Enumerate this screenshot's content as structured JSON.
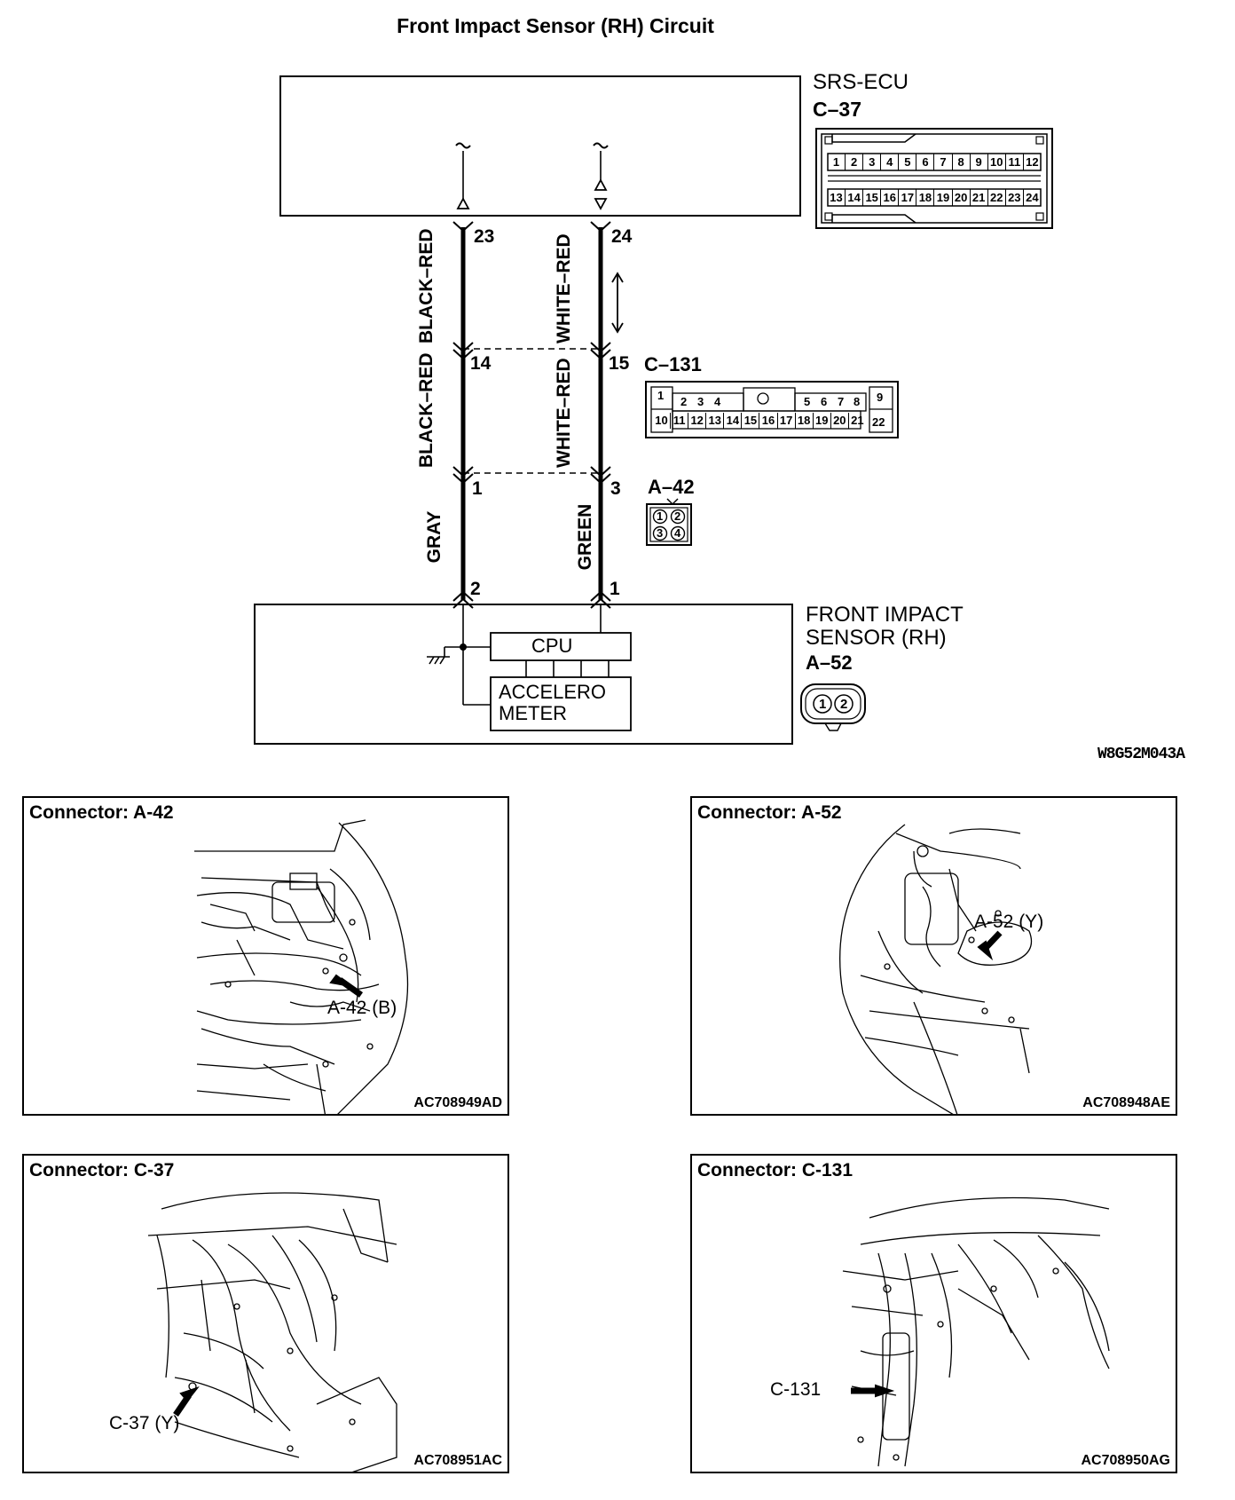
{
  "title": "Front Impact Sensor (RH) Circuit",
  "ecu": {
    "name": "SRS-ECU",
    "connector": "C–37",
    "pins_top": [
      "1",
      "2",
      "3",
      "4",
      "5",
      "6",
      "7",
      "8",
      "9",
      "10",
      "11",
      "12"
    ],
    "pins_bottom": [
      "13",
      "14",
      "15",
      "16",
      "17",
      "18",
      "19",
      "20",
      "21",
      "22",
      "23",
      "24"
    ]
  },
  "wires": {
    "left_upper": "BLACK–RED",
    "right_upper": "WHITE–RED",
    "left_middle": "BLACK–RED",
    "right_middle": "WHITE–RED",
    "left_lower": "GRAY",
    "right_lower": "GREEN"
  },
  "pins": {
    "ecu_left": "23",
    "ecu_right": "24",
    "c131_left": "14",
    "c131_right": "15",
    "a42_left": "1",
    "a42_right": "3",
    "sensor_left": "2",
    "sensor_right": "1"
  },
  "c131": {
    "name": "C–131",
    "top_pins": [
      "1",
      "2",
      "3",
      "4",
      "5",
      "6",
      "7",
      "8",
      "9"
    ],
    "bottom_pins": [
      "10",
      "11",
      "12",
      "13",
      "14",
      "15",
      "16",
      "17",
      "18",
      "19",
      "20",
      "21",
      "22"
    ]
  },
  "a42": {
    "name": "A–42",
    "pins": [
      "1",
      "2",
      "3",
      "4"
    ]
  },
  "sensor": {
    "name_line1": "FRONT IMPACT",
    "name_line2": "SENSOR (RH)",
    "connector": "A–52",
    "pins": [
      "1",
      "2"
    ],
    "cpu": "CPU",
    "accel_line1": "ACCELERO",
    "accel_line2": "METER"
  },
  "figure_code": "W8G52M043A",
  "panels": [
    {
      "title": "Connector: A-42",
      "callout": "A-42 (B)",
      "code": "AC708949AD"
    },
    {
      "title": "Connector: A-52",
      "callout": "A-52 (Y)",
      "code": "AC708948AE"
    },
    {
      "title": "Connector: C-37",
      "callout": "C-37 (Y)",
      "code": "AC708951AC"
    },
    {
      "title": "Connector: C-131",
      "callout": "C-131",
      "code": "AC708950AG"
    }
  ]
}
